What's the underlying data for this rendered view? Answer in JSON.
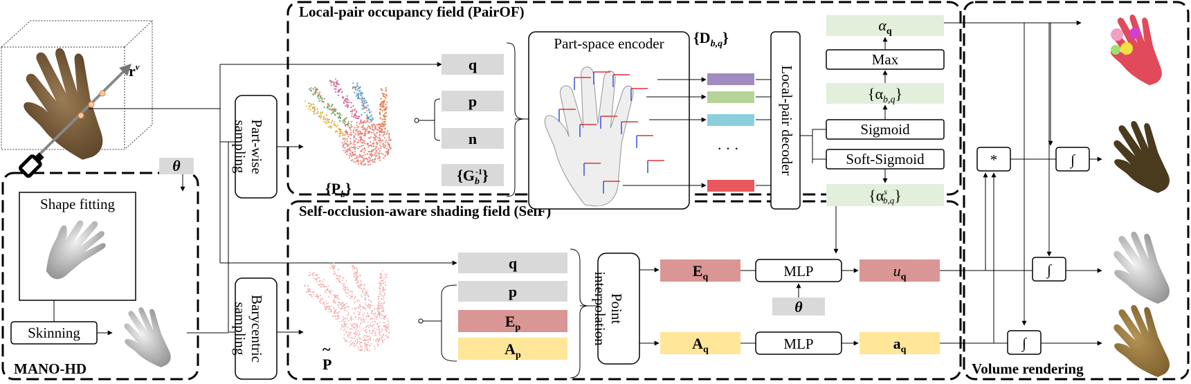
{
  "sections": {
    "pairof_title": "Local-pair occupancy field (PairOF)",
    "self_title": "Self-occlusion-aware shading field (SelF)",
    "mano_title": "MANO-HD",
    "volume_title": "Volume rendering"
  },
  "mano": {
    "shape_fitting": "Shape fitting",
    "skinning": "Skinning",
    "theta": "θ"
  },
  "sampling": {
    "partwise": [
      "Part-wise",
      "sampling"
    ],
    "barycentric": [
      "Barycentric",
      "sampling"
    ]
  },
  "camera": {
    "ray": "r",
    "ray_sup": "v"
  },
  "pairof": {
    "q": "q",
    "p": "p",
    "n": "n",
    "G": "{G",
    "G_sub": "b",
    "G_sup": "-1",
    "G_close": "}",
    "Pb": "{P",
    "Pb_sub": "b",
    "Pb_close": "}",
    "encoder": "Part-space encoder",
    "Dbq": "{D",
    "Dbq_sub": "b,q",
    "Dbq_close": "}",
    "dots": "· · ·",
    "decoder": "Local-pair decoder",
    "sigmoid": "Sigmoid",
    "soft_sigmoid": "Soft-Sigmoid",
    "max": "Max",
    "alpha_q": "α",
    "alpha_q_sub": "q",
    "alpha_bq": "{α",
    "alpha_bq_sub": "b,q",
    "alpha_bq_close": "}",
    "alpha_s": "{α",
    "alpha_s_sup": "s",
    "alpha_s_sub": "b,q",
    "alpha_s_close": "}"
  },
  "self": {
    "q": "q",
    "p": "p",
    "Ep": "E",
    "Ep_sub": "p",
    "Ap": "A",
    "Ap_sub": "p",
    "Ptilde": "P",
    "point_interp": [
      "Point",
      "interpolation"
    ],
    "Eq": "E",
    "Eq_sub": "q",
    "Aq": "A",
    "Aq_sub": "q",
    "mlp1": "MLP",
    "mlp2": "MLP",
    "theta": "θ",
    "uq": "u",
    "uq_sub": "q",
    "aq": "a",
    "aq_sub": "q"
  },
  "volume": {
    "mult": "*",
    "integral": "∫"
  },
  "colors": {
    "gray_box": "#d9d9d9",
    "green_box": "#e2efda",
    "red_box": "#d99694",
    "yellow_box": "#ffe699",
    "purple_bar": "#a08cc0",
    "green_bar": "#b6d39a",
    "blue_bar": "#8ccfdc",
    "red_bar": "#e8585c"
  }
}
